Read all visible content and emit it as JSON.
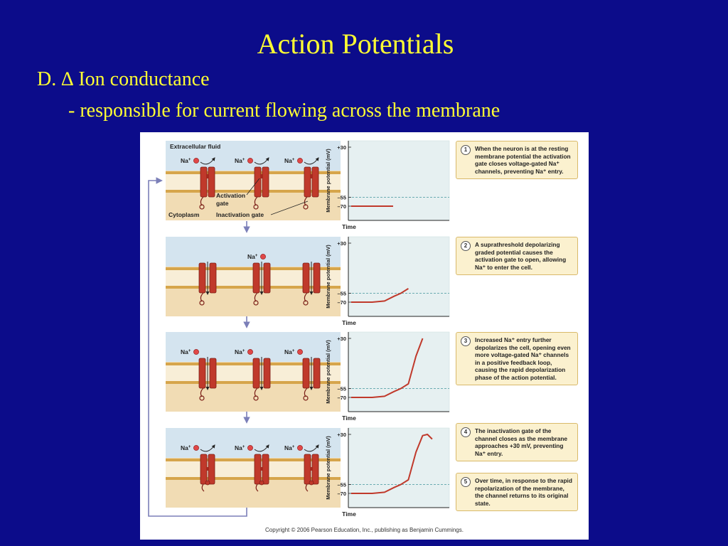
{
  "slide": {
    "title": "Action Potentials",
    "line1": "D. ∆ Ion conductance",
    "line2": "- responsible for current flowing across the membrane"
  },
  "figure": {
    "panel1_labels": {
      "extracellular": "Extracellular fluid",
      "cytoplasm": "Cytoplasm",
      "activation_gate": "Activation",
      "activation_gate_2": "gate",
      "inactivation_gate": "Inactivation gate"
    },
    "ion_label": "Na",
    "ion_sup": "+",
    "graph": {
      "ylabel": "Membrane potential (mV)",
      "xlabel": "Time",
      "ticks": [
        "+30",
        "–55",
        "–70"
      ]
    },
    "callouts": [
      {
        "num": "1",
        "text": "When the neuron is at the resting membrane potential the activation gate closes voltage-gated Na⁺ channels, preventing Na⁺ entry."
      },
      {
        "num": "2",
        "text": "A suprathreshold depolarizing graded potential causes the activation gate to open, allowing Na⁺ to enter the cell."
      },
      {
        "num": "3",
        "text": "Increased Na⁺ entry further depolarizes the cell, opening even more voltage-gated Na⁺ channels in a positive feedback loop, causing the rapid depolarization phase of the action potential."
      },
      {
        "num": "4",
        "text": "The inactivation gate of the channel closes as the membrane approaches +30 mV, preventing Na⁺ entry."
      },
      {
        "num": "5",
        "text": "Over time, in response to the rapid repolarization of the membrane, the channel returns to its original state."
      }
    ],
    "copyright": "Copyright © 2006 Pearson Education, Inc., publishing as Benjamin Cummings."
  }
}
